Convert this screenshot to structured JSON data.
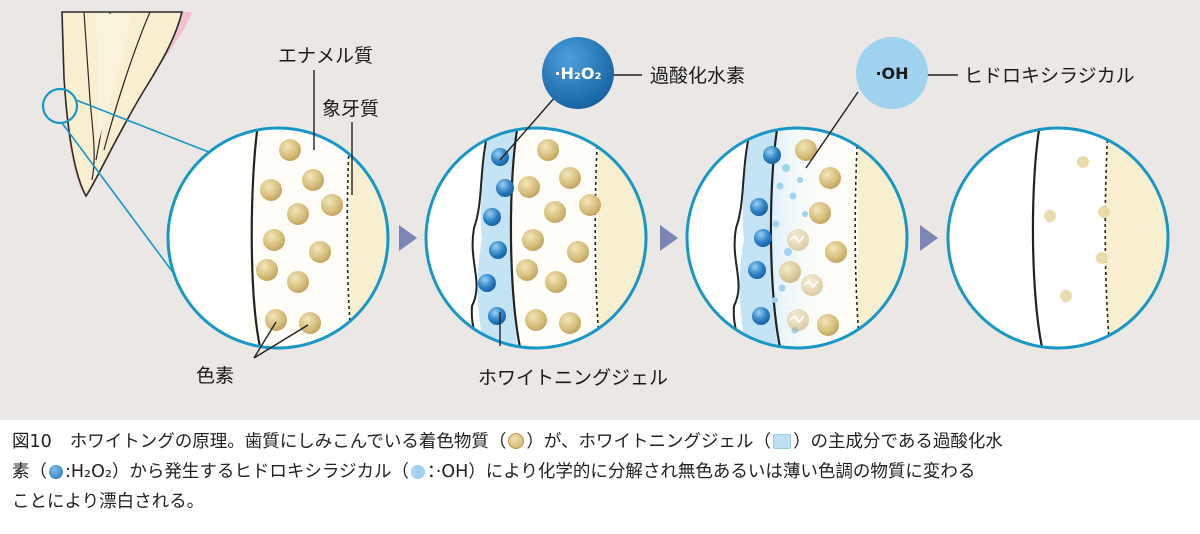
{
  "labels": {
    "enamel": "エナメル質",
    "dentin": "象牙質",
    "pigment": "色素",
    "h2o2_symbol": "·H₂O₂",
    "h2o2_name": "過酸化水素",
    "oh_symbol": "·OH",
    "oh_name": "ヒドロキシラジカル",
    "gel": "ホワイトニングジェル"
  },
  "caption": {
    "fig_number": "図10",
    "line1_a": "ホワイトングの原理。歯質にしみこんでいる着色物質（",
    "line1_b": "）が、ホワイトニングジェル（",
    "line1_c": "）の主成分である過酸化水",
    "line2_a": "素（",
    "line2_b": ":H₂O₂）から発生するヒドロキシラジカル（",
    "line2_c": "：·OH）により化学的に分解され無色あるいは薄い色調の物質に変わる",
    "line3": "ことにより漂白される。"
  },
  "colors": {
    "background": "#eae7e5",
    "circle_stroke": "#1797c6",
    "enamel": "#fefdf7",
    "dentin": "#f7efcf",
    "pigment": "#d8c282",
    "gel": "#c4e3f5",
    "h2o2": "#1d6fb3",
    "oh": "#9fd3ef",
    "arrow": "#7c86b4",
    "gum": "#f4bfd0"
  }
}
